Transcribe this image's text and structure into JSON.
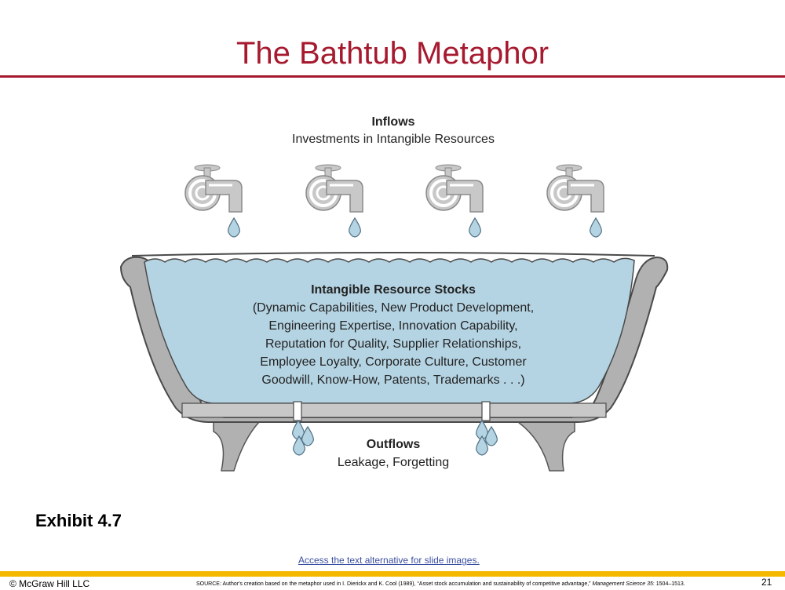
{
  "slide": {
    "title": "The Bathtub Metaphor",
    "exhibit_label": "Exhibit 4.7",
    "alt_text_link": "Access the text alternative for slide images.",
    "copyright": "© McGraw Hill LLC",
    "source_prefix": "SOURCE: Author's creation based on the metaphor used in I. Dierickx and K. Cool (1989), “Asset stock accumulation and sustainability of competitive advantage,”",
    "source_journal": "Management Science 35",
    "source_suffix": ": 1504–1513.",
    "page_number": "21",
    "colors": {
      "title_red": "#a6192e",
      "footer_yellow": "#f5b800",
      "water_blue": "#b5d4e3",
      "tub_gray": "#b1b1b1"
    }
  },
  "diagram": {
    "inflows_heading": "Inflows",
    "inflows_sub": "Investments in Intangible Resources",
    "stocks_heading": "Intangible Resource Stocks",
    "stocks_lines": [
      "(Dynamic Capabilities, New Product Development,",
      "Engineering Expertise, Innovation Capability,",
      "Reputation for Quality, Supplier Relationships,",
      "Employee Loyalty, Corporate Culture, Customer",
      "Goodwill, Know-How, Patents, Trademarks . . .)"
    ],
    "outflows_heading": "Outflows",
    "outflows_sub": "Leakage, Forgetting",
    "icons": [
      "faucet-icon",
      "water-drop-icon",
      "bathtub-icon"
    ]
  }
}
